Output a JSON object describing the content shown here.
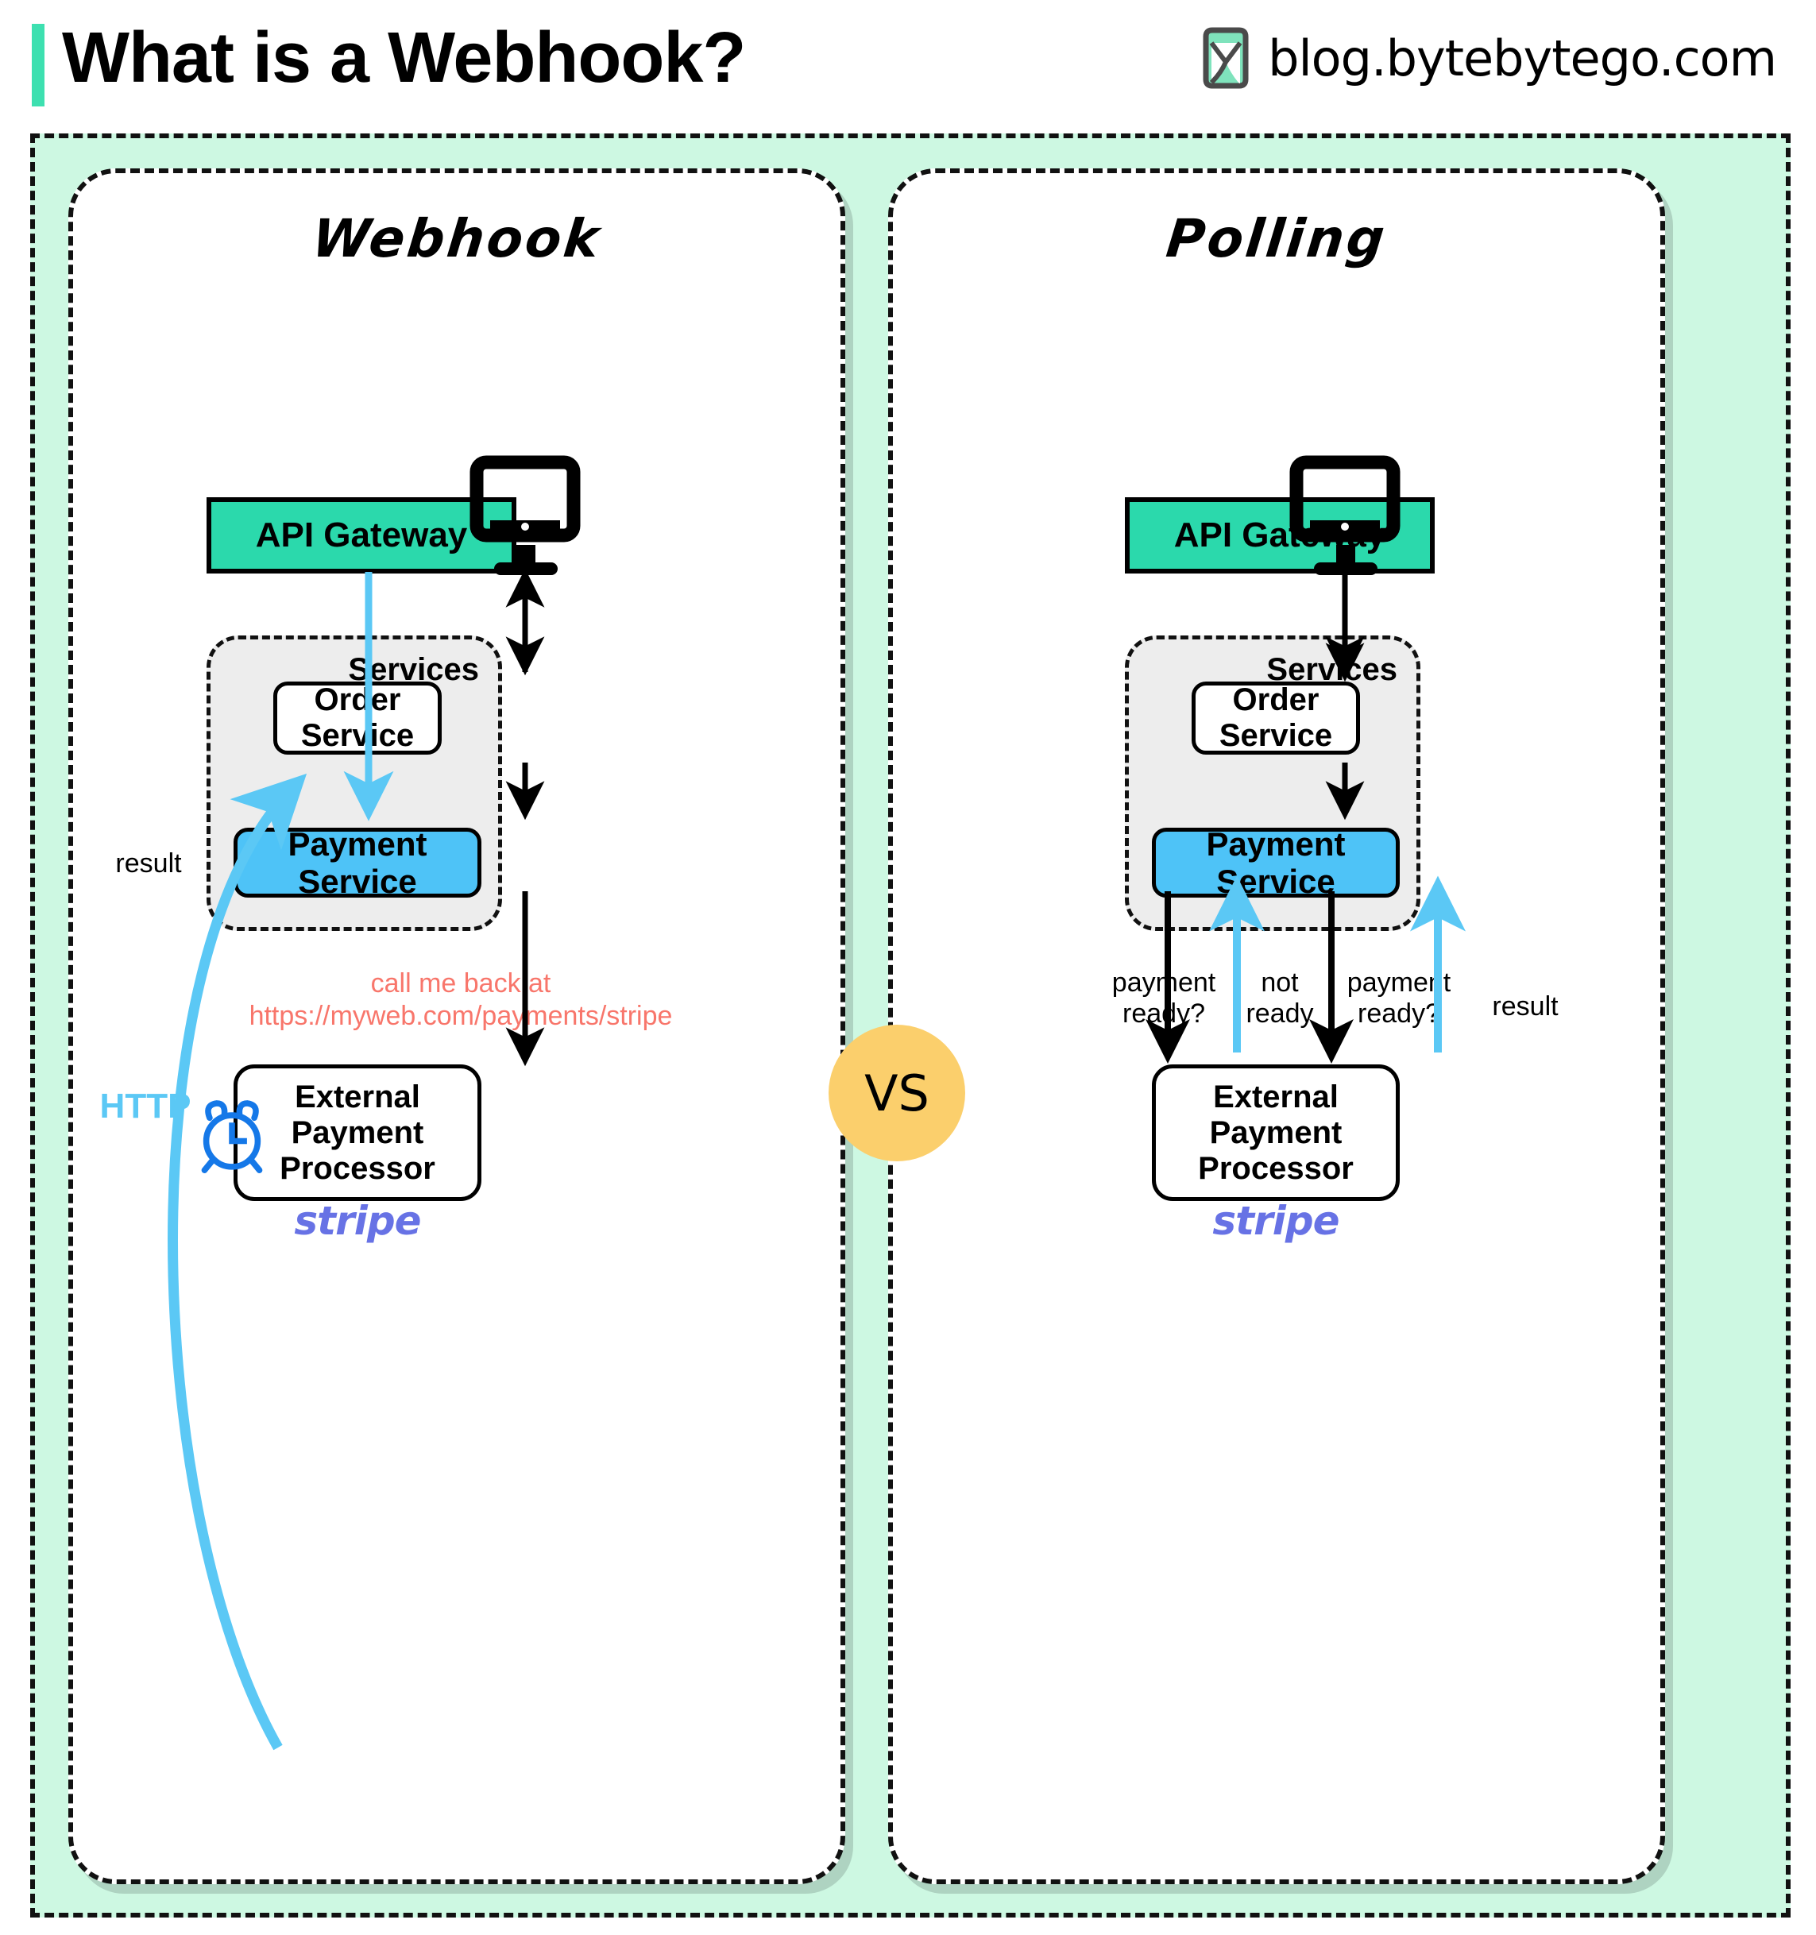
{
  "header": {
    "title": "What is a Webhook?",
    "brand_text": "blog.bytebytego.com",
    "accent_color": "#3DE0B0",
    "logo_icon": "bytebytego-bookmark-icon"
  },
  "colors": {
    "outer_background": "#CDF8E2",
    "api_gateway": "#2BD9AC",
    "payment_service": "#4EC3F7",
    "services_container": "#EDEDED",
    "callback_text": "#F8766B",
    "http_blue": "#5BC8F5",
    "clock_blue": "#1578E8",
    "stripe_purple": "#6772E5",
    "vs_badge": "#FBCF6C"
  },
  "comparison": {
    "vs_label": "VS"
  },
  "panels": [
    {
      "id": "webhook",
      "title": "Webhook",
      "client_icon": "monitor-icon",
      "api_gateway": "API Gateway",
      "services_label": "Services",
      "order_service_line1": "Order",
      "order_service_line2": "Service",
      "payment_service": "Payment Service",
      "external_line1": "External",
      "external_line2": "Payment Processor",
      "external_brand": "stripe",
      "callback_line1": "call me back at",
      "callback_line2": "https://myweb.com/payments/stripe",
      "result_label": "result",
      "http_label": "HTTP",
      "clock_icon": "alarm-clock-icon"
    },
    {
      "id": "polling",
      "title": "Polling",
      "client_icon": "monitor-icon",
      "api_gateway": "API Gateway",
      "services_label": "Services",
      "order_service_line1": "Order",
      "order_service_line2": "Service",
      "payment_service": "Payment Service",
      "external_line1": "External",
      "external_line2": "Payment Processor",
      "external_brand": "stripe",
      "poll_labels": [
        {
          "line1": "payment",
          "line2": "ready?",
          "direction": "down",
          "color": "black"
        },
        {
          "line1": "not",
          "line2": "ready",
          "direction": "up",
          "color": "blue"
        },
        {
          "line1": "payment",
          "line2": "ready?",
          "direction": "down",
          "color": "black"
        },
        {
          "line1": "result",
          "line2": "",
          "direction": "up",
          "color": "blue"
        }
      ]
    }
  ]
}
